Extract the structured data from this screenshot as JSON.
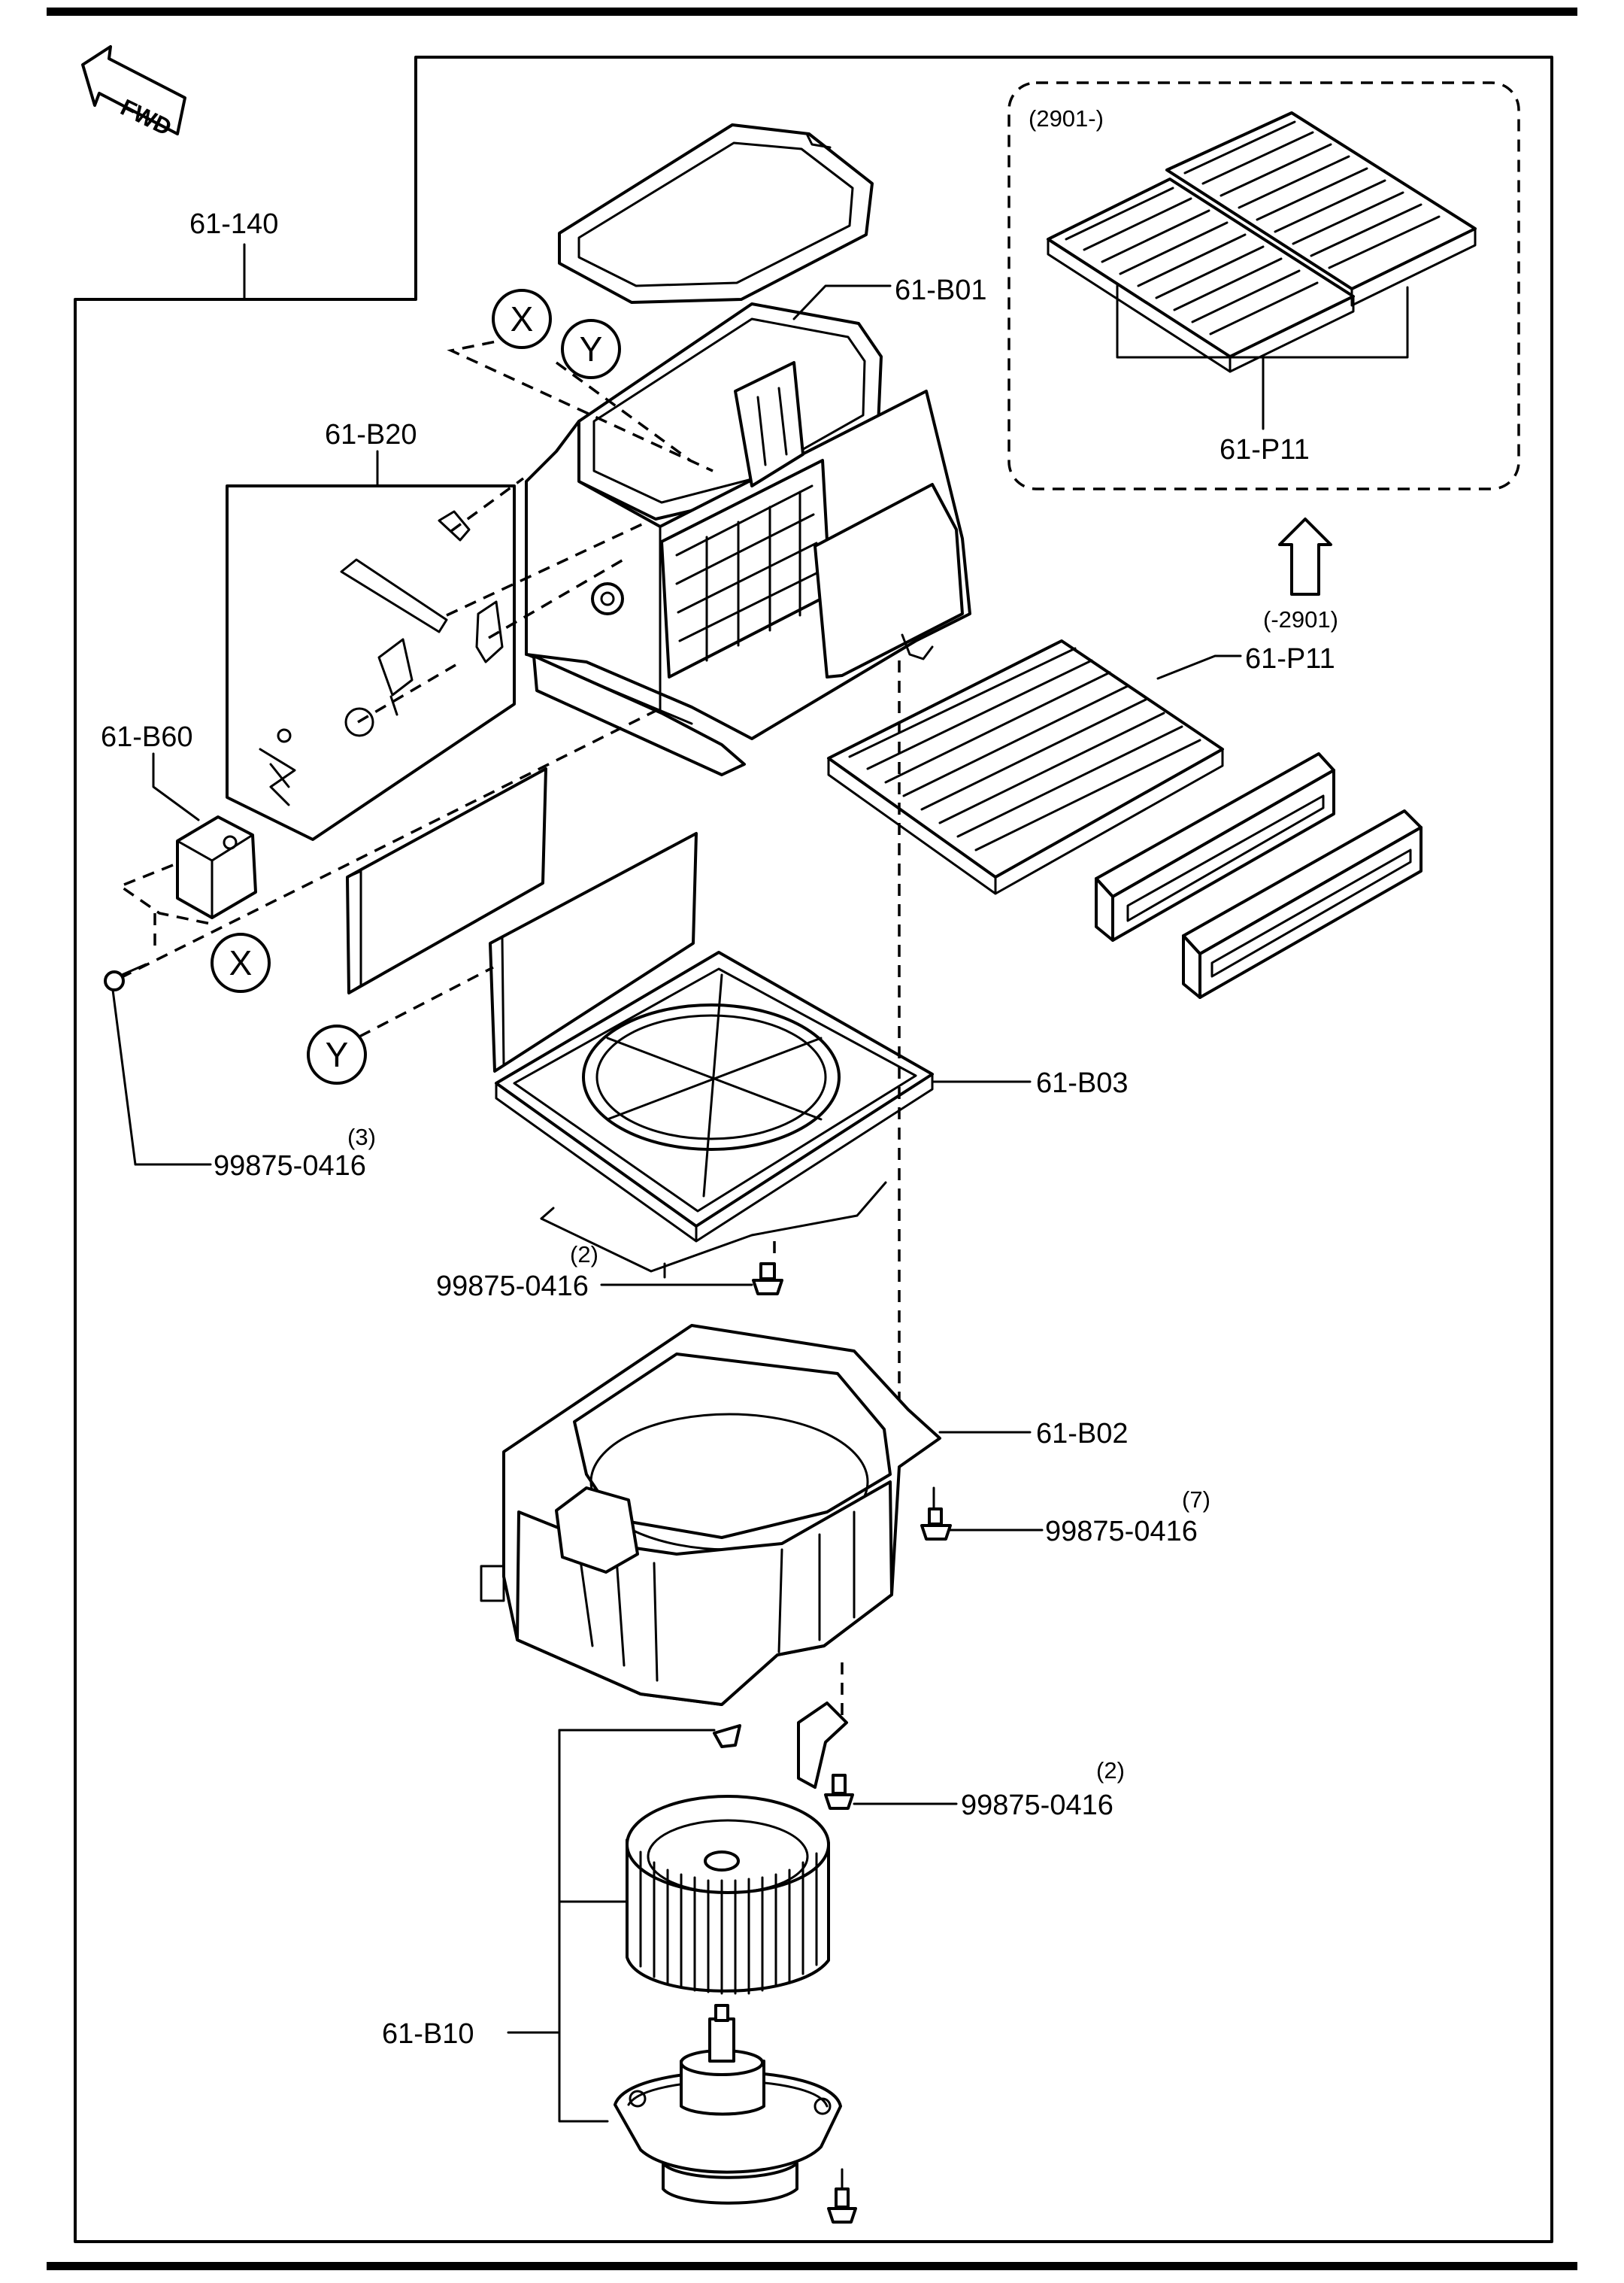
{
  "fwd_label": "FWD",
  "frame_label": "61-140",
  "inset": {
    "date_label": "(2901-)",
    "part": "61-P11"
  },
  "arrow_note": "(-2901)",
  "parts": {
    "b01": "61-B01",
    "b20": "61-B20",
    "b60": "61-B60",
    "p11": "61-P11",
    "b03": "61-B03",
    "b02": "61-B02",
    "b10": "61-B10"
  },
  "callouts": {
    "x": "X",
    "y": "Y"
  },
  "screws": [
    {
      "part": "99875-0416",
      "qty": "(3)"
    },
    {
      "part": "99875-0416",
      "qty": "(2)"
    },
    {
      "part": "99875-0416",
      "qty": "(7)"
    },
    {
      "part": "99875-0416",
      "qty": "(2)"
    }
  ]
}
